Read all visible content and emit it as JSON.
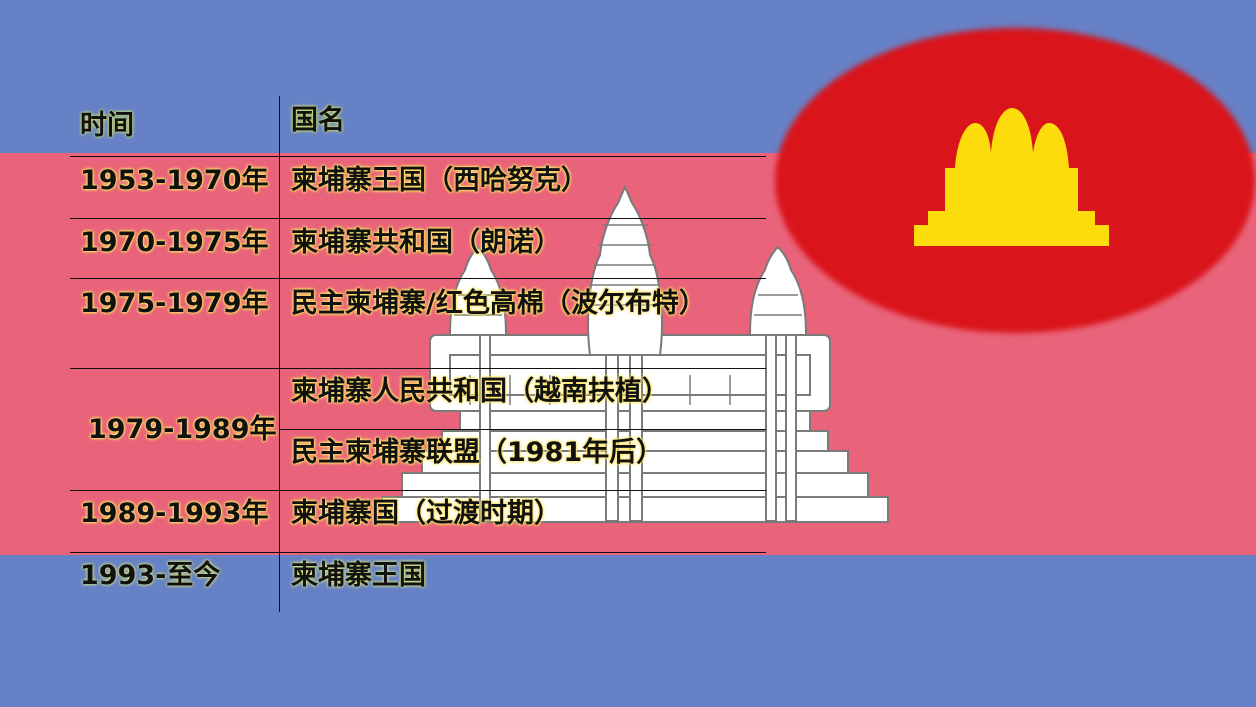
{
  "slide": {
    "background_colors": {
      "blue": "#6781c6",
      "red_band": "#e9647a"
    },
    "emblem": {
      "type": "khmer-rouge-flag-emblem",
      "disc_color": "#d9141b",
      "temple_color": "#fddc0d"
    },
    "watermark": {
      "type": "angkor-wat-outline",
      "fill": "#ffffff",
      "stroke": "#7a7a7a"
    }
  },
  "table": {
    "headers": {
      "period": "时间",
      "name": "国名"
    },
    "rows": [
      {
        "period": "1953-1970年",
        "names": [
          "柬埔寨王国（西哈努克）"
        ]
      },
      {
        "period": "1970-1975年",
        "names": [
          "柬埔寨共和国（朗诺）"
        ]
      },
      {
        "period": "1975-1979年",
        "names": [
          "民主柬埔寨/红色高棉（波尔布特）"
        ]
      },
      {
        "period": "1979-1989年",
        "names": [
          "柬埔寨人民共和国（越南扶植）",
          "民主柬埔寨联盟（1981年后）"
        ]
      },
      {
        "period": "1989-1993年",
        "names": [
          "柬埔寨国（过渡时期）"
        ]
      },
      {
        "period": "1993-至今",
        "names": [
          "柬埔寨王国"
        ]
      }
    ]
  }
}
